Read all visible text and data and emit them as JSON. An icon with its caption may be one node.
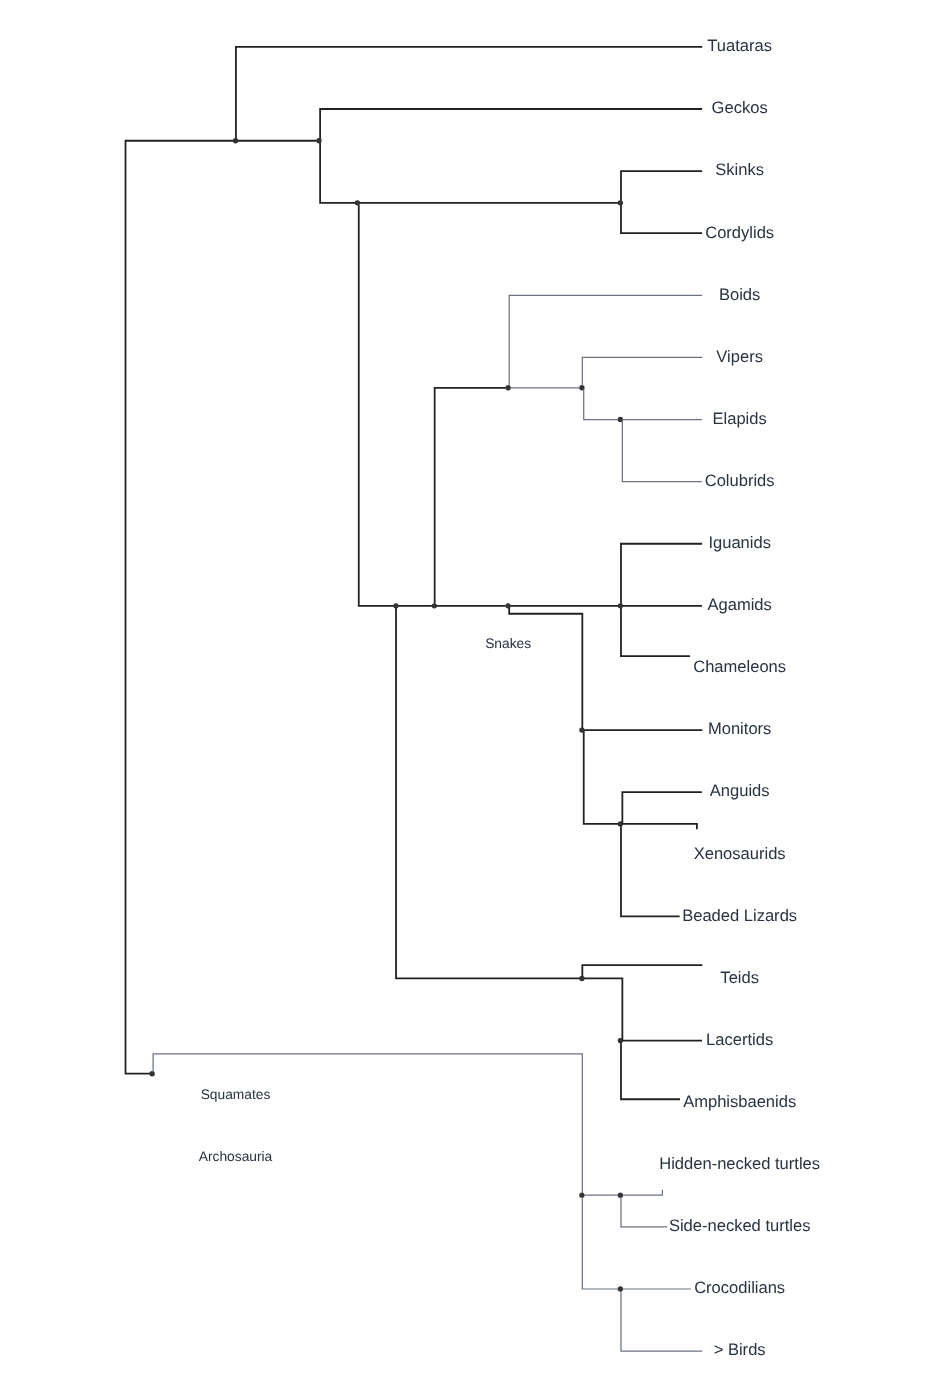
{
  "diagram": {
    "nodes": [
      {
        "text": [
          "Tuataras"
        ]
      },
      {
        "text": [
          "Geckos"
        ]
      },
      {
        "text": [
          "Skinks"
        ]
      },
      {
        "text": [
          "Cordylids"
        ]
      },
      {
        "text": [
          "Boids"
        ]
      },
      {
        "text": [
          "Elapids"
        ]
      },
      {
        "text": [
          "Colubrids"
        ]
      },
      {
        "text": [
          "Vipers"
        ]
      },
      {
        "text": [
          "Iguanids"
        ]
      },
      {
        "text": [
          "Agamids"
        ]
      },
      {
        "text": [
          "Chameleons"
        ]
      },
      {
        "text": [
          "Anguids"
        ]
      },
      {
        "text": [
          "Xenosaurids"
        ]
      },
      {
        "text": [
          "Beaded Lizards"
        ]
      },
      {
        "text": [
          "Monitors"
        ]
      },
      {
        "text": [
          "Teids"
        ]
      },
      {
        "text": [
          "Lacertids"
        ]
      },
      {
        "text": [
          "Amphisbaenids"
        ]
      },
      {
        "text": [
          "Hidden-necked turtles"
        ]
      },
      {
        "text": [
          "Side-necked turtles"
        ]
      },
      {
        "text": [
          "Crocodilians"
        ]
      },
      {
        "text": [
          "> Birds"
        ]
      },
      {
        "text": [],
        "shape": "point"
      },
      {
        "text": [],
        "shape": "point"
      },
      {
        "text": [],
        "shape": "point"
      },
      {
        "text": [],
        "shape": "point"
      },
      {
        "text": [],
        "shape": "point"
      },
      {
        "text": [],
        "shape": "point"
      },
      {
        "text": [],
        "shape": "point"
      },
      {
        "text": [],
        "shape": "point"
      },
      {
        "text": [],
        "shape": "point"
      },
      {
        "text": [],
        "shape": "point"
      },
      {
        "text": [],
        "shape": "point"
      },
      {
        "text": [],
        "shape": "point"
      },
      {
        "text": [],
        "shape": "point"
      },
      {
        "text": [],
        "shape": "point"
      },
      {
        "text": [],
        "shape": "point"
      },
      {
        "text": [],
        "shape": "point"
      },
      {
        "text": [],
        "shape": "point"
      },
      {
        "text": [],
        "shape": "point"
      },
      {
        "text": [],
        "shape": "point"
      }
    ],
    "edges": [
      {
        "from": 22,
        "to": 23,
        "arrow": "none"
      },
      {
        "from": 22,
        "to": 38,
        "arrow": "none",
        "color": "#6b7280"
      },
      {
        "from": 23,
        "to": 0,
        "arrow": "none"
      },
      {
        "from": 23,
        "to": 24,
        "arrow": "none"
      },
      {
        "from": 24,
        "to": 1,
        "arrow": "none"
      },
      {
        "from": 24,
        "to": 25,
        "arrow": "none"
      },
      {
        "from": 25,
        "to": 26,
        "arrow": "none"
      },
      {
        "from": 26,
        "to": 2,
        "arrow": "none"
      },
      {
        "from": 26,
        "to": 3,
        "arrow": "none"
      },
      {
        "from": 25,
        "to": 27,
        "arrow": "none"
      },
      {
        "from": 27,
        "to": 28,
        "arrow": "none"
      },
      {
        "from": 28,
        "to": 29,
        "arrow": "none"
      },
      {
        "from": 29,
        "to": 4,
        "arrow": "none",
        "color": "#6b7280"
      },
      {
        "from": 29,
        "to": 30,
        "arrow": "none",
        "color": "#6b7280"
      },
      {
        "from": 30,
        "to": 31,
        "arrow": "none",
        "color": "#6b7280"
      },
      {
        "from": 31,
        "to": 5,
        "arrow": "none",
        "color": "#6b7280"
      },
      {
        "from": 31,
        "to": 6,
        "arrow": "none",
        "color": "#6b7280"
      },
      {
        "from": 30,
        "to": 7,
        "arrow": "none",
        "color": "#6b7280"
      },
      {
        "from": 28,
        "to": 32,
        "arrow": "none"
      },
      {
        "from": 32,
        "to": 33,
        "arrow": "none"
      },
      {
        "from": 33,
        "to": 8,
        "arrow": "none"
      },
      {
        "from": 33,
        "to": 9,
        "arrow": "none"
      },
      {
        "from": 33,
        "to": 10,
        "arrow": "none"
      },
      {
        "from": 32,
        "to": 34,
        "arrow": "none"
      },
      {
        "from": 34,
        "to": 35,
        "arrow": "none"
      },
      {
        "from": 35,
        "to": 11,
        "arrow": "none"
      },
      {
        "from": 35,
        "to": 12,
        "arrow": "none"
      },
      {
        "from": 35,
        "to": 13,
        "arrow": "none"
      },
      {
        "from": 34,
        "to": 14,
        "arrow": "none"
      },
      {
        "from": 27,
        "to": 36,
        "arrow": "none"
      },
      {
        "from": 36,
        "to": 15,
        "arrow": "none"
      },
      {
        "from": 36,
        "to": 37,
        "arrow": "none"
      },
      {
        "from": 37,
        "to": 16,
        "arrow": "none"
      },
      {
        "from": 37,
        "to": 17,
        "arrow": "none"
      },
      {
        "from": 38,
        "to": 39,
        "arrow": "none",
        "color": "#6b7280"
      },
      {
        "from": 39,
        "to": 18,
        "arrow": "none",
        "color": "#6b7280"
      },
      {
        "from": 39,
        "to": 19,
        "arrow": "none",
        "color": "#6b7280"
      },
      {
        "from": 38,
        "to": 40,
        "arrow": "none",
        "color": "#6b7280"
      },
      {
        "from": 40,
        "to": 20,
        "arrow": "none",
        "color": "#6b7280"
      },
      {
        "from": 40,
        "to": 21,
        "arrow": "none",
        "color": "#6b7280"
      }
    ],
    "labels": [
      "Squamates",
      "Snakes",
      "Archosauria"
    ]
  }
}
